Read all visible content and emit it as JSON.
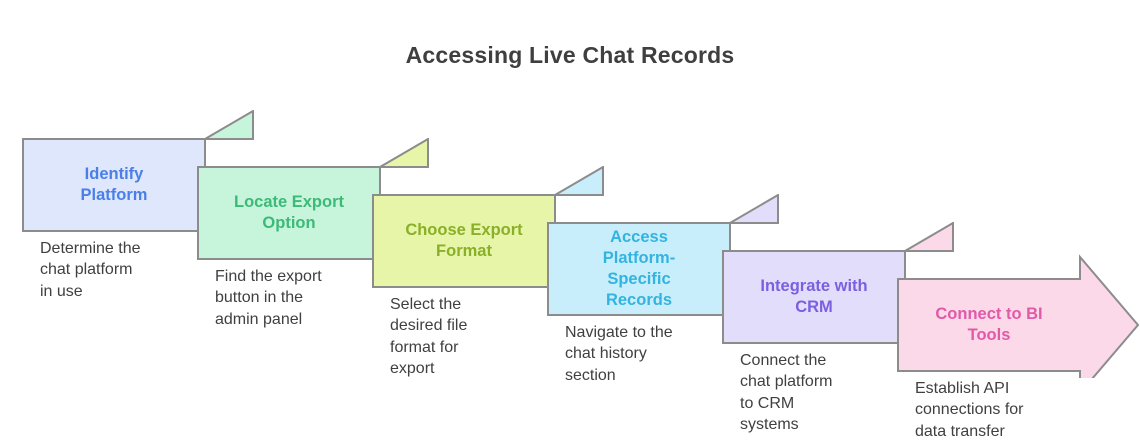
{
  "title": "Accessing Live Chat Records",
  "theme": {
    "background": "#ffffff",
    "title_color": "#3f3f3f",
    "caption_color": "#404040",
    "border_color": "#8c8c8c",
    "fold_tab_color": "#ffffff"
  },
  "diagram": {
    "type": "chevron-flow",
    "direction": "left-to-right-descending",
    "step_count": 6
  },
  "steps": [
    {
      "index": 1,
      "label": "Identify\nPlatform",
      "caption": "Determine the\nchat platform\nin use",
      "fill": "#dee7fb",
      "text_color": "#4a7fe8",
      "shape": "rectangle"
    },
    {
      "index": 2,
      "label": "Locate Export\nOption",
      "caption": "Find the export\nbutton in the\nadmin panel",
      "fill": "#c6f5db",
      "text_color": "#3cba77",
      "shape": "rectangle"
    },
    {
      "index": 3,
      "label": "Choose Export\nFormat",
      "caption": "Select the\ndesired file\nformat for\nexport",
      "fill": "#e7f5a8",
      "text_color": "#8aaf28",
      "shape": "rectangle"
    },
    {
      "index": 4,
      "label": "Access\nPlatform-\nSpecific\nRecords",
      "caption": "Navigate to the\nchat history\nsection",
      "fill": "#c9eefb",
      "text_color": "#33b4e0",
      "shape": "rectangle"
    },
    {
      "index": 5,
      "label": "Integrate with\nCRM",
      "caption": "Connect the\nchat platform\nto CRM\nsystems",
      "fill": "#e2ddfa",
      "text_color": "#7b5fe0",
      "shape": "rectangle"
    },
    {
      "index": 6,
      "label": "Connect to BI\nTools",
      "caption": "Establish API\nconnections for\ndata transfer",
      "fill": "#fcd9e8",
      "text_color": "#e05aa8",
      "shape": "arrow"
    }
  ]
}
